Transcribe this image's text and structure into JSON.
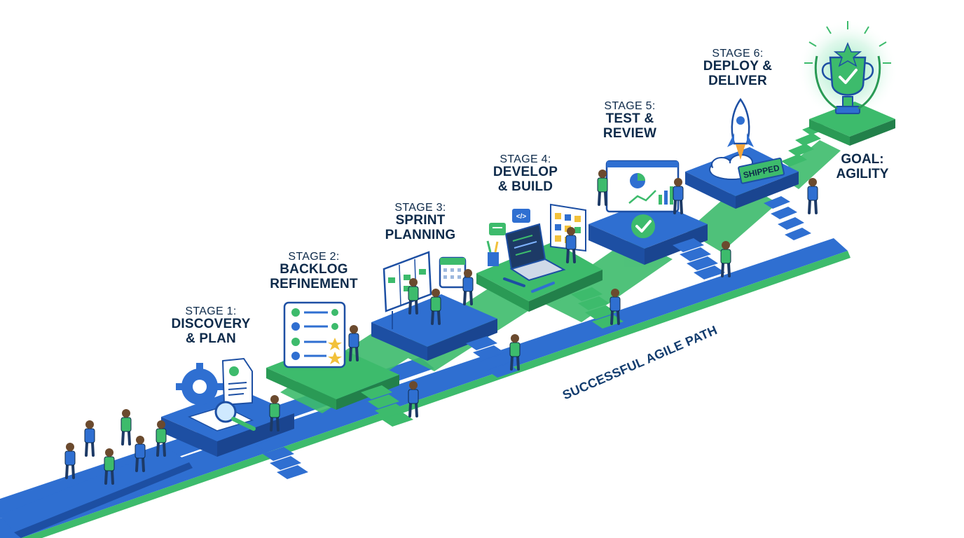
{
  "stages": [
    {
      "stage": "STAGE 1:",
      "title_line1": "DISCOVERY",
      "title_line2": "& PLAN"
    },
    {
      "stage": "STAGE 2:",
      "title_line1": "BACKLOG",
      "title_line2": "REFINEMENT"
    },
    {
      "stage": "STAGE 3:",
      "title_line1": "SPRINT",
      "title_line2": "PLANNING"
    },
    {
      "stage": "STAGE 4:",
      "title_line1": "DEVELOP",
      "title_line2": "& BUILD"
    },
    {
      "stage": "STAGE 5:",
      "title_line1": "TEST &",
      "title_line2": "REVIEW"
    },
    {
      "stage": "STAGE 6:",
      "title_line1": "DEPLOY &",
      "title_line2": "DELIVER"
    }
  ],
  "goal": {
    "line1": "GOAL:",
    "line2": "AGILITY"
  },
  "path_label": "SUCCESSFUL AGILE PATH",
  "shipped_sign": "SHIPPED",
  "colors": {
    "blue": "#2f6fd1",
    "blue_dark": "#1d4fa3",
    "green": "#3dbb6c",
    "green_dark": "#2a9a55",
    "navy": "#0d2a4a"
  }
}
